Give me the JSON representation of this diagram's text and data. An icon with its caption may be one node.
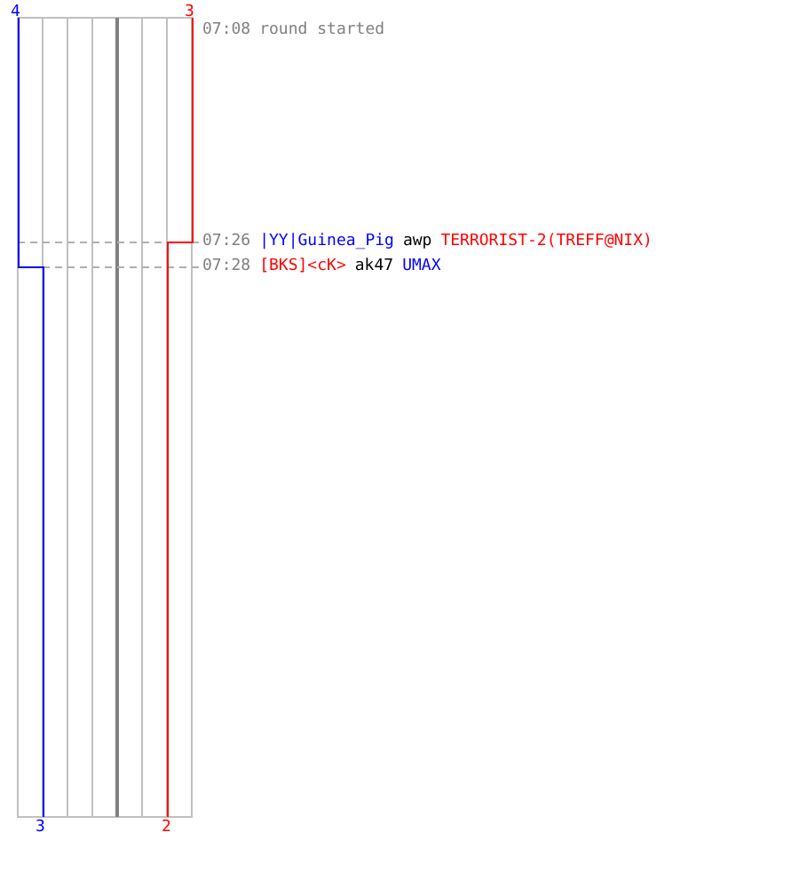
{
  "diagram": {
    "labels": [
      "4",
      "3",
      "07:08",
      "round started",
      "07:26",
      "|YY|Guinea_Pig",
      "awp",
      "TERRORIST-2(TREFF@NIX)",
      "07:28",
      "[BKS]<cK>",
      "ak47",
      "UMAX",
      "3",
      "2"
    ]
  }
}
